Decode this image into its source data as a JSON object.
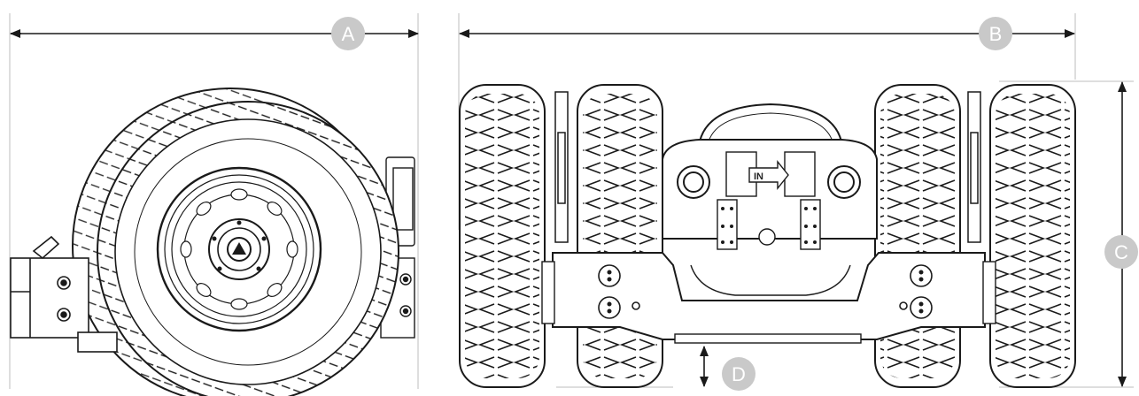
{
  "labels": {
    "a": "A",
    "b": "B",
    "c": "C",
    "d": "D"
  },
  "markings": {
    "direction_label": "IN"
  },
  "colors": {
    "badge": "#c9c9c9",
    "line": "#1a1a1a",
    "guide": "#bdbdbd"
  }
}
